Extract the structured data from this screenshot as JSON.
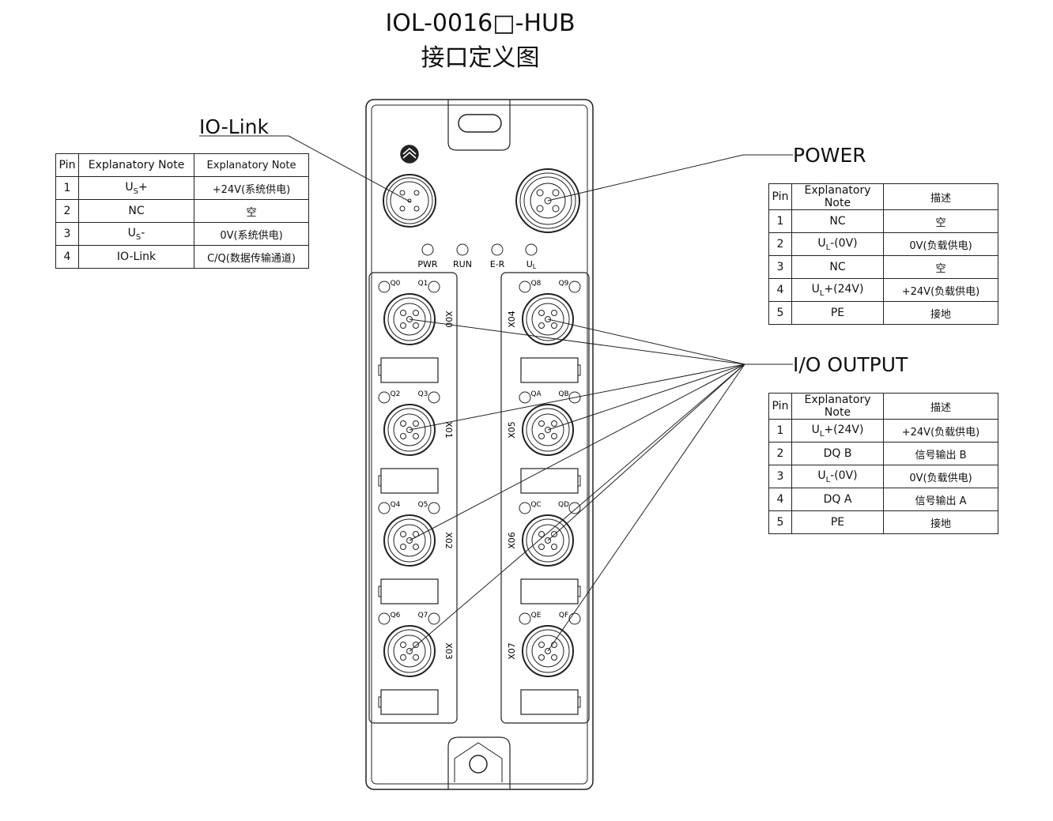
{
  "header": {
    "title": "IOL-0016□-HUB",
    "subtitle": "接口定义图"
  },
  "sections": {
    "iolink": "IO-Link",
    "power": "POWER",
    "io_output": "I/O OUTPUT"
  },
  "leds": [
    "PWR",
    "RUN",
    "E-R",
    "UL"
  ],
  "ports": {
    "left": [
      "X00",
      "X01",
      "X02",
      "X03"
    ],
    "right": [
      "X04",
      "X05",
      "X06",
      "X07"
    ]
  },
  "q_labels": {
    "left": [
      [
        "Q0",
        "Q1"
      ],
      [
        "Q2",
        "Q3"
      ],
      [
        "Q4",
        "Q5"
      ],
      [
        "Q6",
        "Q7"
      ]
    ],
    "right": [
      [
        "Q8",
        "Q9"
      ],
      [
        "QA",
        "QB"
      ],
      [
        "QC",
        "QD"
      ],
      [
        "QE",
        "QF"
      ]
    ]
  },
  "tables": {
    "iolink": {
      "headers": [
        "Pin",
        "Explanatory Note",
        "Explanatory Note"
      ],
      "rows": [
        {
          "pin": "1",
          "note": "US+",
          "desc": "+24V(系统供电)"
        },
        {
          "pin": "2",
          "note": "NC",
          "desc": "空"
        },
        {
          "pin": "3",
          "note": "US-",
          "desc": "0V(系统供电)"
        },
        {
          "pin": "4",
          "note": "IO-Link",
          "desc": "C/Q(数据传输通道)"
        }
      ]
    },
    "power": {
      "headers": [
        "Pin",
        "Explanatory Note",
        "描述"
      ],
      "rows": [
        {
          "pin": "1",
          "note": "NC",
          "desc": "空"
        },
        {
          "pin": "2",
          "note": "UL-(0V)",
          "desc": "0V(负载供电)"
        },
        {
          "pin": "3",
          "note": "NC",
          "desc": "空"
        },
        {
          "pin": "4",
          "note": "UL+(24V)",
          "desc": "+24V(负载供电)"
        },
        {
          "pin": "5",
          "note": "PE",
          "desc": "接地"
        }
      ]
    },
    "io_output": {
      "headers": [
        "Pin",
        "Explanatory Note",
        "描述"
      ],
      "rows": [
        {
          "pin": "1",
          "note": "UL+(24V)",
          "desc": "+24V(负载供电)"
        },
        {
          "pin": "2",
          "note": "DQ B",
          "desc": "信号输出 B"
        },
        {
          "pin": "3",
          "note": "UL-(0V)",
          "desc": "0V(负载供电)"
        },
        {
          "pin": "4",
          "note": "DQ A",
          "desc": "信号输出 A"
        },
        {
          "pin": "5",
          "note": "PE",
          "desc": "接地"
        }
      ]
    }
  }
}
